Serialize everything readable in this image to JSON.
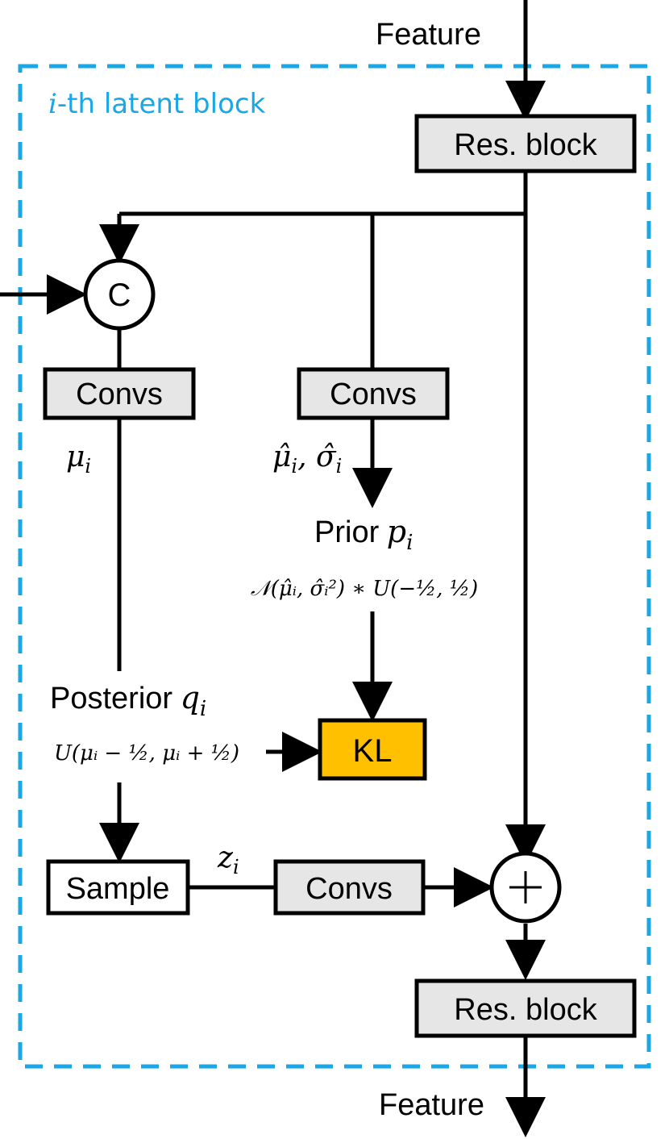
{
  "diagram": {
    "top_feature_label": "Feature",
    "bottom_feature_label": "Feature",
    "block_title": {
      "var": "i",
      "text": "-th latent block"
    },
    "res_block_top": "Res. block",
    "res_block_bottom": "Res. block",
    "concat_symbol": "C",
    "sum_symbol": "+",
    "convs_left": "Convs",
    "convs_middle": "Convs",
    "convs_bottom": "Convs",
    "sample": "Sample",
    "kl": "KL",
    "mu_label": "μ",
    "mu_sub": "i",
    "mu_hat_sigma_hat": {
      "mu": "μ̂",
      "sub1": "i",
      "sep": ", ",
      "sigma": "σ̂",
      "sub2": "i"
    },
    "prior": {
      "word": "Prior",
      "var": "p",
      "sub": "i",
      "formula": "𝒩(μ̂ᵢ, σ̂ᵢ²) ∗ U(−½, ½)"
    },
    "posterior": {
      "word": "Posterior",
      "var": "q",
      "sub": "i",
      "formula": "U(μᵢ − ½, μᵢ + ½)"
    },
    "z_label": "z",
    "z_sub": "i"
  },
  "colors": {
    "accent_dashed": "#1aa7e6",
    "box_fill": "#e6e6e6",
    "kl_fill": "#ffc000",
    "stroke": "#000000"
  }
}
